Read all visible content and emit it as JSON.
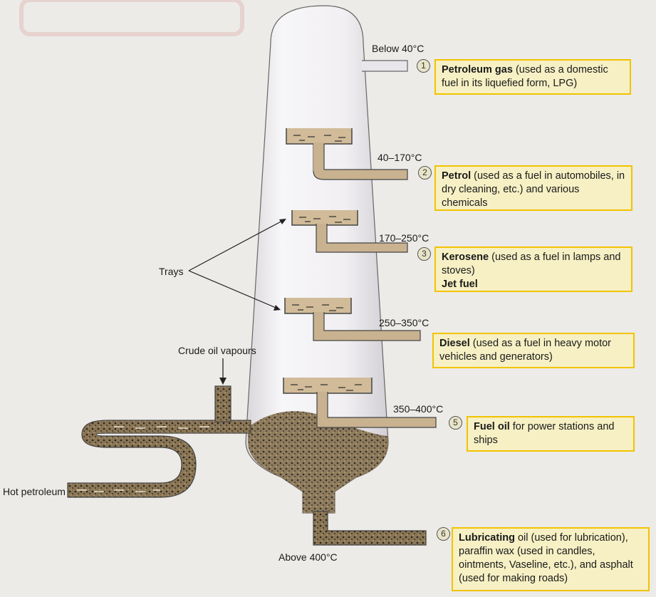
{
  "labels": {
    "hot_petroleum": "Hot petroleum",
    "crude_oil_vapours": "Crude oil vapours",
    "trays": "Trays",
    "above_400": "Above 400°C"
  },
  "fractions": [
    {
      "num": "1",
      "temp": "Below 40°C",
      "name": "Petroleum gas",
      "rest": " (used as a domestic fuel in its liquefied form, LPG)",
      "extra": ""
    },
    {
      "num": "2",
      "temp": "40–170°C",
      "name": "Petrol",
      "rest": " (used as a fuel in automobiles, in dry cleaning, etc.) and various chemicals",
      "extra": ""
    },
    {
      "num": "3",
      "temp": "170–250°C",
      "name": "Kerosene",
      "rest": " (used as a fuel in lamps and stoves)",
      "extra": "Jet fuel"
    },
    {
      "num": "4",
      "temp": "250–350°C",
      "name": "Diesel",
      "rest": " (used as a fuel in heavy motor vehicles and generators)",
      "extra": ""
    },
    {
      "num": "5",
      "temp": "350–400°C",
      "name": "Fuel oil",
      "rest": " for power stations and ships",
      "extra": ""
    },
    {
      "num": "6",
      "temp": "",
      "name": "Lubricating",
      "rest": " oil (used for lubrication), paraffin wax (used in candles, ointments, Vaseline, etc.), and asphalt (used for making roads)",
      "extra": ""
    }
  ],
  "colors": {
    "column": "#f2f0f2",
    "pipe": "#c9b28f",
    "crude": "#5a4e3a",
    "callout_bg": "#f6f0c4",
    "callout_border": "#f2c300"
  }
}
